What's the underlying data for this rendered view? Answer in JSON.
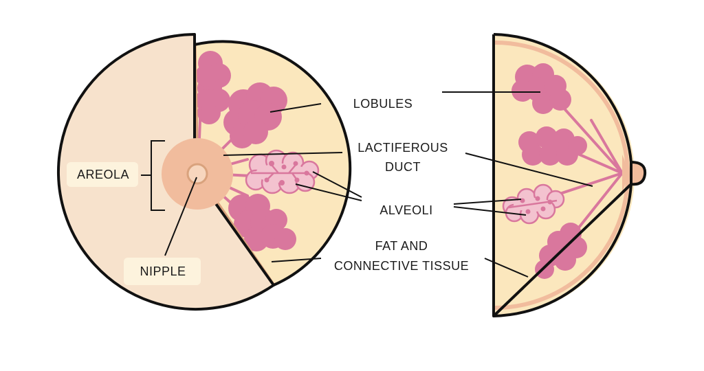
{
  "colors": {
    "skin": "#f7e2cc",
    "fat": "#fbe7bd",
    "areola": "#f1bc9d",
    "lobule": "#d9779d",
    "alveolus_fill": "#f3c2cf",
    "alveolus_stroke": "#d9779d",
    "outline": "#111111",
    "leader": "#111111",
    "label_bg": "#fdf3dd"
  },
  "labels": {
    "lobules": "LOBULES",
    "lactiferous_line1": "LACTIFEROUS",
    "lactiferous_line2": "DUCT",
    "alveoli": "ALVEOLI",
    "fat_line1": "FAT AND",
    "fat_line2": "CONNECTIVE TISSUE",
    "areola": "AREOLA",
    "nipple": "NIPPLE"
  }
}
